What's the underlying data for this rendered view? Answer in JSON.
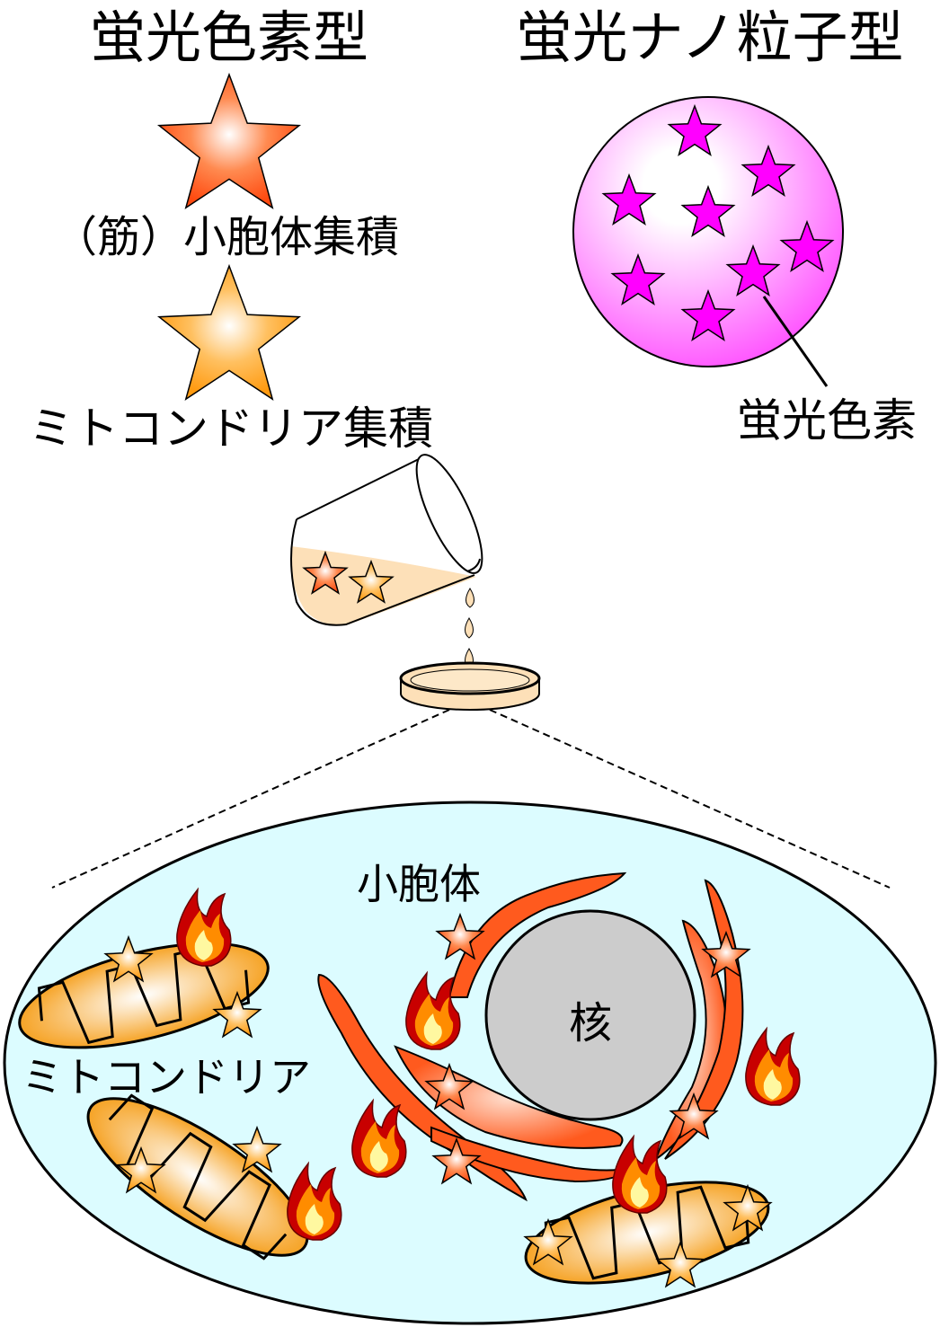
{
  "titles": {
    "dye_type": "蛍光色素型",
    "nanoparticle_type": "蛍光ナノ粒子型"
  },
  "labels": {
    "er_accumulation": "（筋）小胞体集積",
    "mito_accumulation": "ミトコンドリア集積",
    "fluorescent_dye": "蛍光色素",
    "er": "小胞体",
    "mitochondria": "ミトコンドリア",
    "nucleus": "核"
  },
  "colors": {
    "er_star": "#ff4a10",
    "mito_star": "#ffa020",
    "nano_star": "#ff00ff",
    "nano_sphere": "#ff66ff",
    "cell": "#dcfcff",
    "nucleus": "#cccccc",
    "er": "#ff5a1e",
    "mito": "#f5a020",
    "liquid": "#fde0b8"
  }
}
